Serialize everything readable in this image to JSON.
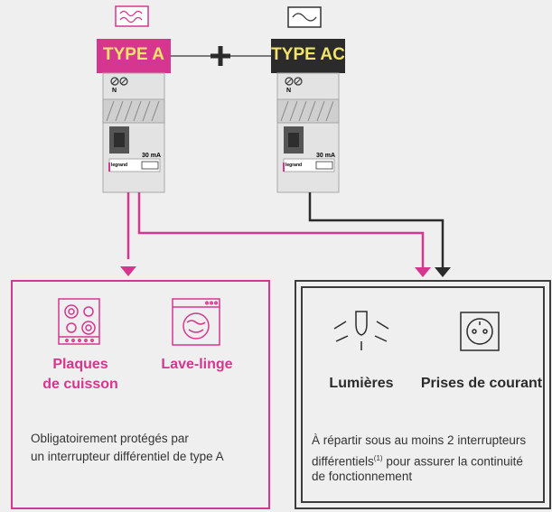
{
  "breakers": {
    "left": {
      "type_label": "TYPE A",
      "terminal": "N",
      "rating": "30 mA",
      "brand": "legrand",
      "symbol": "ac-dc-wave-icon"
    },
    "right": {
      "type_label": "TYPE AC",
      "terminal": "N",
      "rating": "30 mA",
      "brand": "legrand",
      "symbol": "sine-wave-icon"
    }
  },
  "plus_symbol": "+",
  "left_panel": {
    "item1": "Plaques\nde cuisson",
    "item2": "Lave-linge",
    "description_line1": "Obligatoirement protégés par",
    "description_line2": "un interrupteur différentiel de type A"
  },
  "right_panel": {
    "item1": "Lumières",
    "item2": "Prises de courant",
    "description_line1": "À répartir sous au moins 2 interrupteurs",
    "description_line2_a": "différentiels",
    "footnote": "(1)",
    "description_line2_b": " pour assurer la continuité",
    "description_line3": "de fonctionnement"
  },
  "colors": {
    "pink": "#d6368f",
    "dark": "#2b2b2b",
    "yellow": "#f2e36b",
    "gray": "#e2e2e2"
  }
}
